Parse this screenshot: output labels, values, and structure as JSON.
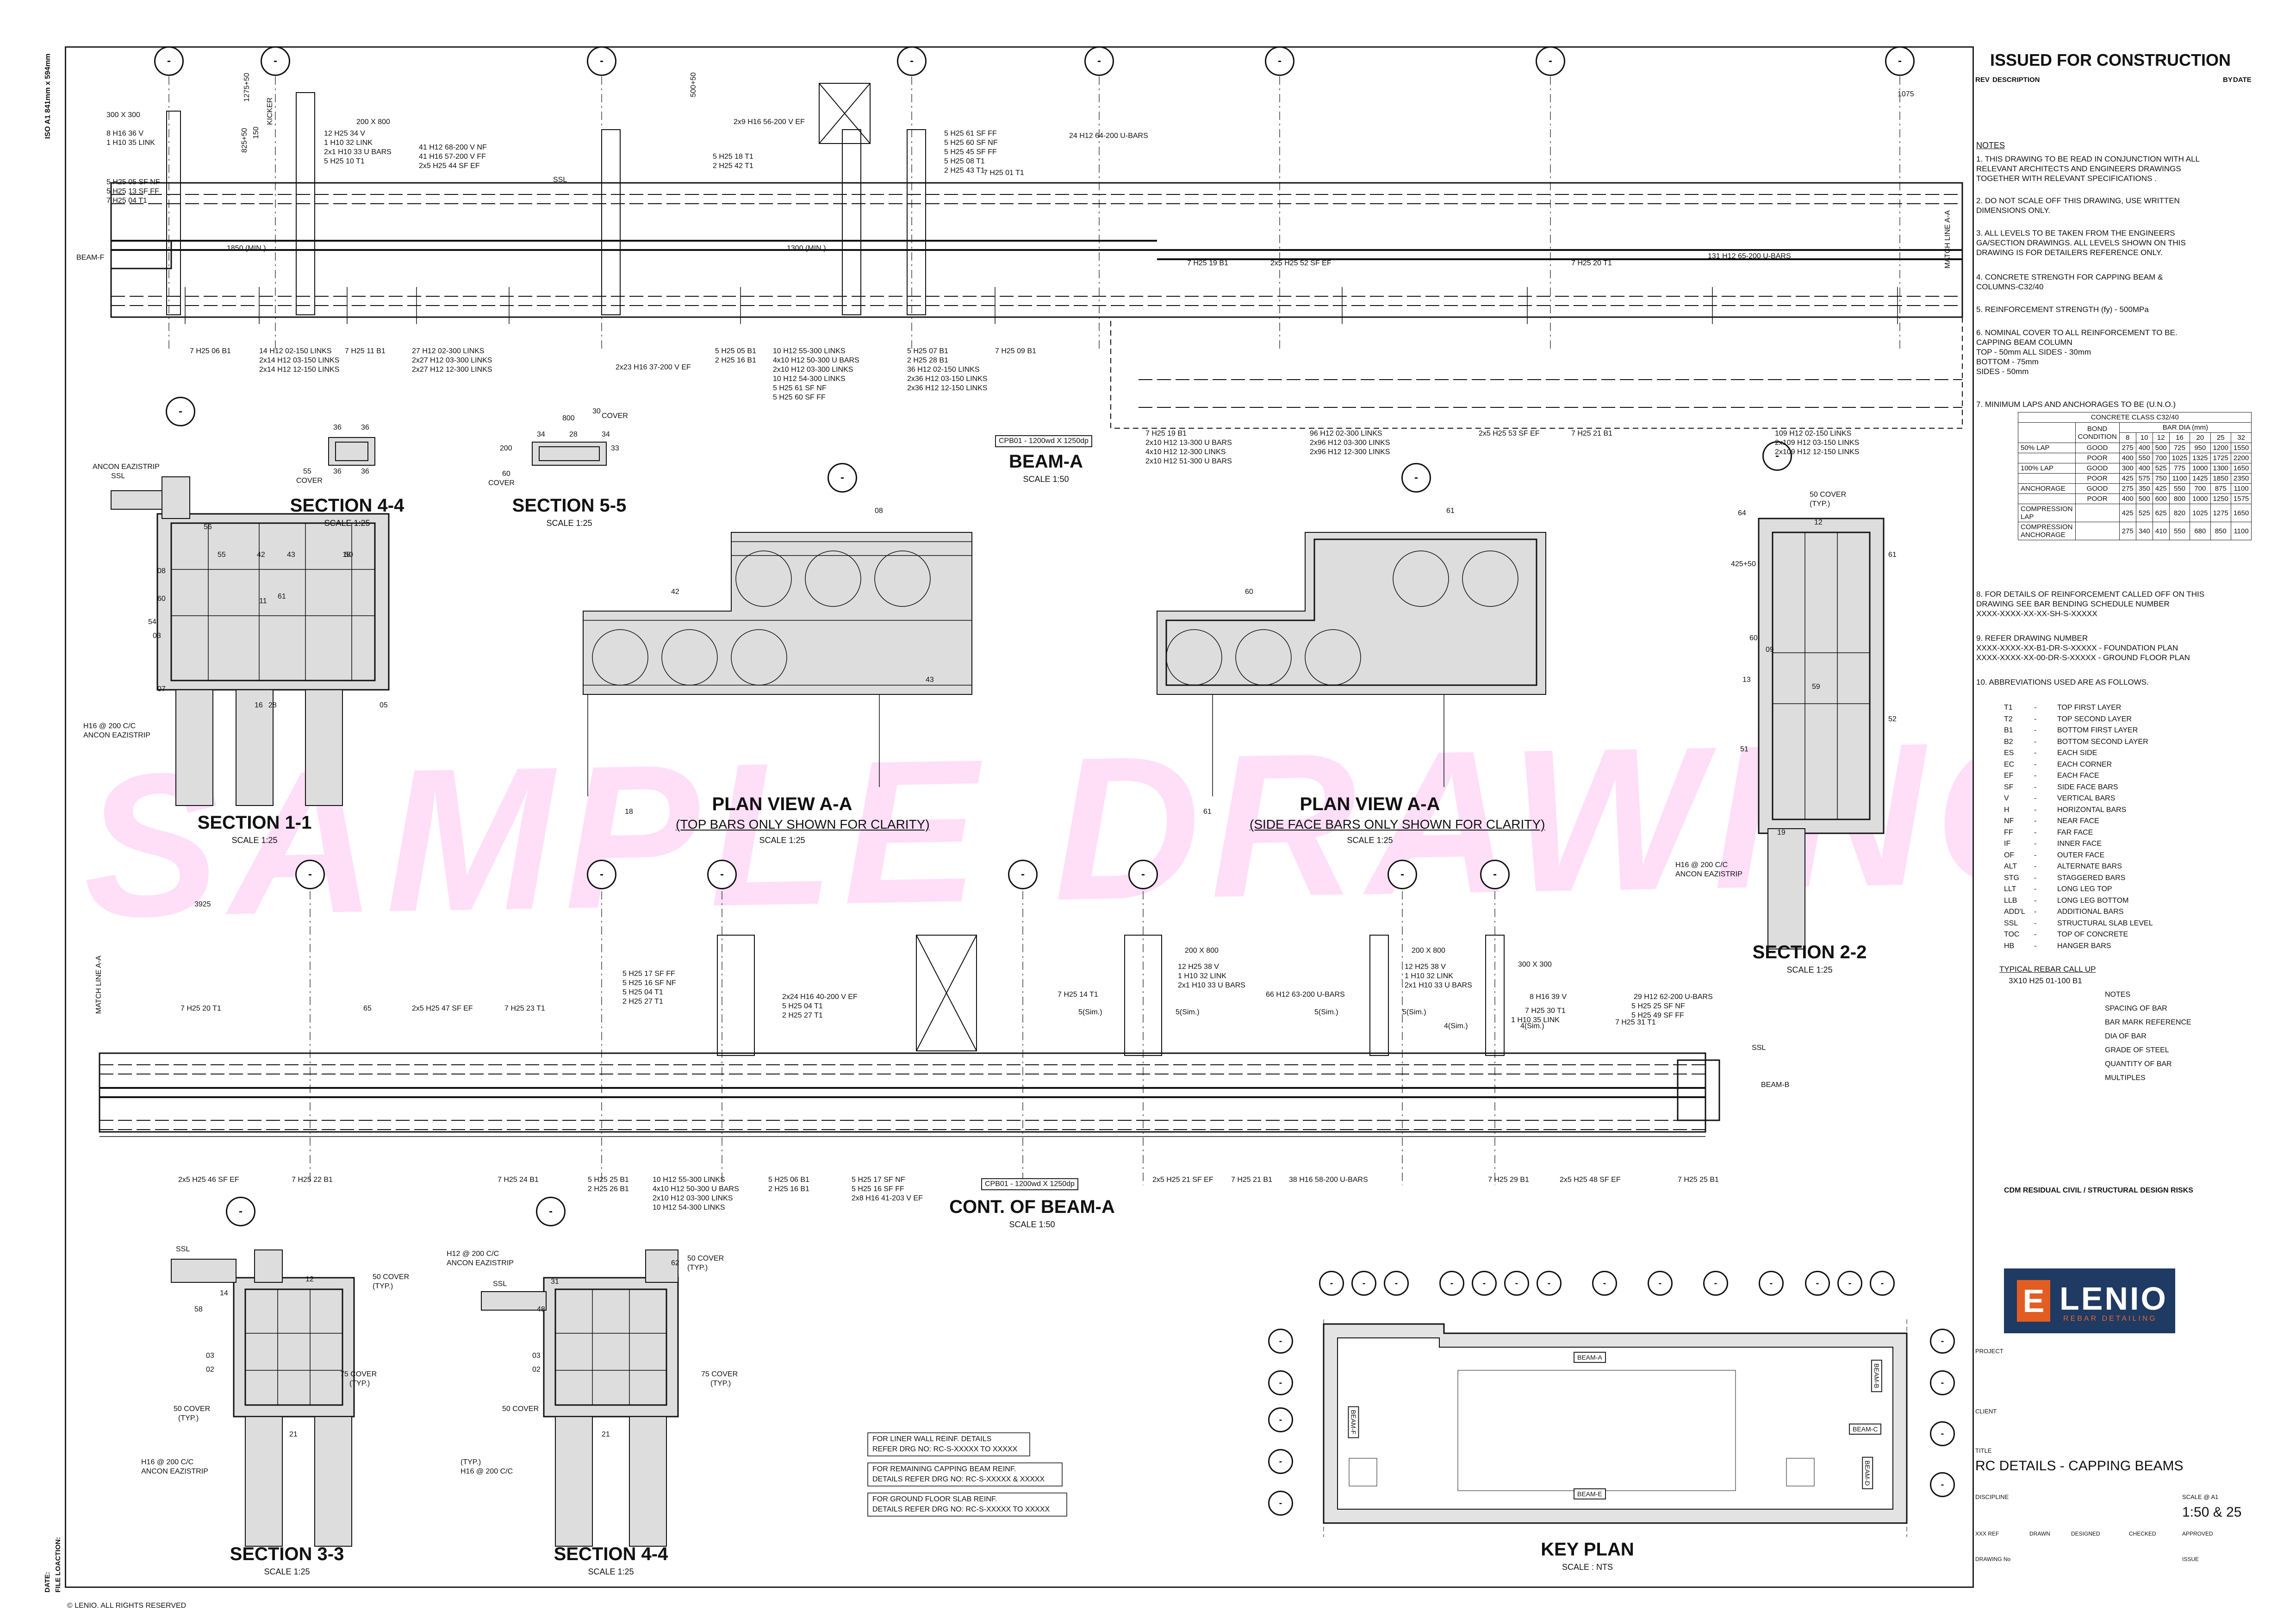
{
  "sheet": {
    "paper_note": "ISO A1 841mm x 594mm",
    "copyright": "© LENIO. ALL RIGHTS RESERVED",
    "date_label": "DATE:",
    "file_location_label": "FILE LOACTION:",
    "watermark": "SAMPLE DRAWING"
  },
  "title_block": {
    "status": "ISSUED FOR CONSTRUCTION",
    "rev_headers": [
      "REV",
      "DESCRIPTION",
      "BY",
      "DATE"
    ],
    "notes_heading": "NOTES",
    "notes": [
      "1.  THIS DRAWING TO BE READ IN CONJUNCTION WITH ALL",
      "     RELEVANT ARCHITECTS AND ENGINEERS DRAWINGS",
      "     TOGETHER WITH RELEVANT SPECIFICATIONS .",
      "2.  DO NOT SCALE OFF THIS DRAWING, USE WRITTEN",
      "     DIMENSIONS ONLY.",
      "3.  ALL LEVELS TO BE TAKEN FROM THE ENGINEERS",
      "     GA/SECTION DRAWINGS. ALL LEVELS SHOWN ON THIS",
      "     DRAWING IS FOR DETAILERS REFERENCE ONLY.",
      "4.  CONCRETE STRENGTH FOR CAPPING BEAM &",
      "     COLUMNS-C32/40",
      "5.  REINFORCEMENT STRENGTH (fy) - 500MPa",
      "6.  NOMINAL COVER TO ALL REINFORCEMENT TO BE.",
      "     CAPPING BEAM          COLUMN",
      "     TOP       - 50mm        ALL SIDES - 30mm",
      "     BOTTOM - 75mm",
      "     SIDES     - 50mm",
      "7.  MINIMUM LAPS AND ANCHORAGES TO BE (U.N.O.)"
    ],
    "bond_table": {
      "caption": "CONCRETE CLASS C32/40",
      "bar_dia_header": "BAR DIA (mm)",
      "bond_header": "BOND CONDITION",
      "dias": [
        "8",
        "10",
        "12",
        "16",
        "20",
        "25",
        "32"
      ],
      "rows": [
        {
          "group": "50% LAP",
          "cond": "GOOD",
          "vals": [
            "275",
            "400",
            "500",
            "725",
            "950",
            "1200",
            "1550"
          ]
        },
        {
          "group": "",
          "cond": "POOR",
          "vals": [
            "400",
            "550",
            "700",
            "1025",
            "1325",
            "1725",
            "2200"
          ]
        },
        {
          "group": "100% LAP",
          "cond": "GOOD",
          "vals": [
            "300",
            "400",
            "525",
            "775",
            "1000",
            "1300",
            "1650"
          ]
        },
        {
          "group": "",
          "cond": "POOR",
          "vals": [
            "425",
            "575",
            "750",
            "1100",
            "1425",
            "1850",
            "2350"
          ]
        },
        {
          "group": "ANCHORAGE",
          "cond": "GOOD",
          "vals": [
            "275",
            "350",
            "425",
            "550",
            "700",
            "875",
            "1100"
          ]
        },
        {
          "group": "",
          "cond": "POOR",
          "vals": [
            "400",
            "500",
            "600",
            "800",
            "1000",
            "1250",
            "1575"
          ]
        },
        {
          "group": "COMPRESSION LAP",
          "cond": "",
          "vals": [
            "425",
            "525",
            "625",
            "820",
            "1025",
            "1275",
            "1650"
          ]
        },
        {
          "group": "COMPRESSION ANCHORAGE",
          "cond": "",
          "vals": [
            "275",
            "340",
            "410",
            "550",
            "680",
            "850",
            "1100"
          ]
        }
      ]
    },
    "notes2": [
      "8.  FOR DETAILS OF REINFORCEMENT CALLED OFF ON THIS",
      "     DRAWING SEE BAR BENDING SCHEDULE NUMBER",
      "     XXXX-XXXX-XX-XX-SH-S-XXXXX",
      "9.  REFER DRAWING NUMBER",
      "     XXXX-XXXX-XX-B1-DR-S-XXXXX - FOUNDATION PLAN",
      "     XXXX-XXXX-XX-00-DR-S-XXXXX - GROUND FLOOR PLAN",
      "10. ABBREVIATIONS USED ARE AS FOLLOWS."
    ],
    "abbreviations": [
      [
        "T1",
        "TOP FIRST LAYER"
      ],
      [
        "T2",
        "TOP SECOND LAYER"
      ],
      [
        "B1",
        "BOTTOM FIRST LAYER"
      ],
      [
        "B2",
        "BOTTOM SECOND LAYER"
      ],
      [
        "ES",
        "EACH SIDE"
      ],
      [
        "EC",
        "EACH CORNER"
      ],
      [
        "EF",
        "EACH FACE"
      ],
      [
        "SF",
        "SIDE FACE BARS"
      ],
      [
        "V",
        "VERTICAL BARS"
      ],
      [
        "H",
        "HORIZONTAL BARS"
      ],
      [
        "NF",
        "NEAR FACE"
      ],
      [
        "FF",
        "FAR FACE"
      ],
      [
        "IF",
        "INNER FACE"
      ],
      [
        "OF",
        "OUTER FACE"
      ],
      [
        "ALT",
        "ALTERNATE BARS"
      ],
      [
        "STG",
        "STAGGERED BARS"
      ],
      [
        "LLT",
        "LONG LEG  TOP"
      ],
      [
        "LLB",
        "LONG LEG  BOTTOM"
      ],
      [
        "ADD'L",
        "ADDITIONAL BARS"
      ],
      [
        "SSL",
        "STRUCTURAL SLAB LEVEL"
      ],
      [
        "TOC",
        "TOP OF CONCRETE"
      ],
      [
        "HB",
        "HANGER BARS"
      ]
    ],
    "callup_heading": "TYPICAL REBAR CALL UP",
    "callup_example": "3X10 H25 01-100 B1",
    "callup_parts": [
      "NOTES",
      "SPACING OF BAR",
      "BAR MARK REFERENCE",
      "DIA OF BAR",
      "GRADE OF STEEL",
      "QUANTITY OF BAR",
      "MULTIPLES"
    ],
    "cdm": "CDM RESIDUAL CIVIL / STRUCTURAL DESIGN RISKS",
    "logo_name": "LENIO",
    "logo_tag": "REBAR DETAILING",
    "logo_mark": "E",
    "project_label": "PROJECT",
    "client_label": "CLIENT",
    "title_label": "TITLE",
    "drawing_title": "RC DETAILS - CAPPING BEAMS",
    "scale_label": "SCALE @ A1",
    "scale_value": "1:50 & 25",
    "discipline_label": "DISCIPLINE",
    "row_labels": [
      "XXX REF",
      "DRAWN",
      "DESIGNED",
      "CHECKED",
      "APPROVED"
    ],
    "drawing_no_label": "DRAWING No",
    "issue_label": "ISSUE"
  },
  "views": {
    "beam_a": {
      "title": "BEAM-A",
      "scale": "SCALE 1:50",
      "tag": "CPB01 - 1200wd X 1250dp"
    },
    "cont_beam_a": {
      "title": "CONT. OF BEAM-A",
      "scale": "SCALE 1:50",
      "tag": "CPB01 - 1200wd X 1250dp"
    },
    "section_1_1": {
      "title": "SECTION 1-1",
      "scale": "SCALE 1:25"
    },
    "section_4_4_top": {
      "title": "SECTION 4-4",
      "scale": "SCALE 1:25"
    },
    "section_5_5": {
      "title": "SECTION 5-5",
      "scale": "SCALE 1:25"
    },
    "plan_aa_1": {
      "title": "PLAN VIEW A-A",
      "sub": "(TOP BARS ONLY SHOWN FOR CLARITY)",
      "scale": "SCALE 1:25"
    },
    "plan_aa_2": {
      "title": "PLAN VIEW A-A",
      "sub": "(SIDE FACE BARS ONLY SHOWN FOR CLARITY)",
      "scale": "SCALE 1:25"
    },
    "section_2_2": {
      "title": "SECTION 2-2",
      "scale": "SCALE 1:25"
    },
    "section_3_3": {
      "title": "SECTION 3-3",
      "scale": "SCALE 1:25"
    },
    "section_4_4_bot": {
      "title": "SECTION 4-4",
      "scale": "SCALE 1:25"
    },
    "key_plan": {
      "title": "KEY PLAN",
      "scale": "SCALE : NTS"
    }
  },
  "gridlines": {
    "symbol": "-"
  },
  "beam_a_labels": {
    "top": [
      "300 X 300",
      "8 H16 36 V",
      "1 H10 35 LINK",
      "5 H25 05 SF NF",
      "5 H25 13 SF FF",
      "7 H25 04 T1",
      "12 H25 34 V",
      "1 H10 32 LINK",
      "2x1 H10 33 U BARS",
      "5 H25 10 T1",
      "200 X 800",
      "41 H12 68-200 V NF",
      "41 H16 57-200 V FF",
      "2x5 H25 44 SF EF",
      "SSL",
      "2x9 H16 56-200 V EF",
      "5 H25 18 T1",
      "2 H25 42 T1",
      "5 H25 61 SF FF",
      "5 H25 60 SF NF",
      "5 H25 45 SF FF",
      "5 H25 08 T1",
      "2 H25 43 T1",
      "7 H25 01 T1",
      "24 H12 64-200 U-BARS",
      "7 H25 19 B1",
      "2x5 H25 52 SF EF",
      "7 H25 20 T1",
      "131 H12 65-200 U-BARS",
      "1075",
      "MATCH LINE A-A",
      "BEAM-F",
      "1850 (MIN.)",
      "1300 (MIN.)",
      "KICKER",
      "1275+50",
      "825+50",
      "150",
      "500+50"
    ],
    "bottom": [
      "7 H25 06 B1",
      "14 H12 02-150 LINKS",
      "2x14 H12 03-150 LINKS",
      "2x14 H12 12-150 LINKS",
      "7 H25 11 B1",
      "27 H12 02-300 LINKS",
      "2x27 H12 03-300 LINKS",
      "2x27 H12 12-300 LINKS",
      "2x23 H16 37-200 V EF",
      "5 H25 05 B1",
      "2 H25 16 B1",
      "10 H12 55-300 LINKS",
      "4x10 H12 50-300 U BARS",
      "2x10 H12 03-300 LINKS",
      "10 H12 54-300 LINKS",
      "5 H25 61 SF NF",
      "5 H25 60 SF FF",
      "5 H25 07 B1",
      "2 H25 28 B1",
      "36 H12 02-150 LINKS",
      "2x36 H12 03-150 LINKS",
      "2x36 H12 12-150 LINKS",
      "7 H25 09 B1",
      "7 H25 19 B1",
      "2x10 H12 13-300 U BARS",
      "4x10 H12 12-300 LINKS",
      "2x10 H12 51-300 U BARS",
      "96 H12 02-300 LINKS",
      "2x96 H12 03-300 LINKS",
      "2x96 H12 12-300 LINKS",
      "2x5 H25 53 SF EF",
      "7 H25 21 B1",
      "109 H12 02-150 LINKS",
      "2x109 H12 03-150 LINKS",
      "2x109 H12 12-150 LINKS"
    ]
  },
  "cont_beam_labels": {
    "top": [
      "3925",
      "MATCH LINE A-A",
      "7 H25 20 T1",
      "65",
      "2x5 H25 47 SF EF",
      "7 H25 23 T1",
      "5 H25 17 SF FF",
      "5 H25 16 SF NF",
      "5 H25 04 T1",
      "2 H25 27 T1",
      "2x24 H16 40-200 V EF",
      "5 H25 04 T1",
      "2 H25 27 T1",
      "7 H25 14 T1",
      "200 X 800",
      "12 H25 38 V",
      "1 H10 32 LINK",
      "2x1 H10 33 U BARS",
      "66 H12 63-200 U-BARS",
      "200 X 800",
      "12 H25 38 V",
      "1 H10 32 LINK",
      "2x1 H10 33 U BARS",
      "300 X 300",
      "8 H16 39 V",
      "7 H25 30 T1",
      "1 H10 35 LINK",
      "29 H12 62-200 U-BARS",
      "5 H25 25 SF NF",
      "5 H25 49 SF FF",
      "7 H25 31 T1",
      "SSL",
      "BEAM-B",
      "5(Sim.)",
      "5(Sim.)",
      "5(Sim.)",
      "5(Sim.)",
      "4(Sim.)",
      "4(Sim.)"
    ],
    "bottom": [
      "2x5 H25 46 SF EF",
      "7 H25 22 B1",
      "7 H25 24 B1",
      "5 H25 25 B1",
      "2 H25 26 B1",
      "10 H12 55-300 LINKS",
      "4x10 H12 50-300 U BARS",
      "2x10 H12 03-300 LINKS",
      "10 H12 54-300 LINKS",
      "5 H25 06 B1",
      "2 H25 16 B1",
      "5 H25 17 SF NF",
      "5 H25 16 SF FF",
      "2x8 H16 41-203 V EF",
      "2x5 H25 21 SF EF",
      "7 H25 21 B1",
      "38 H16 58-200 U-BARS",
      "7 H25 29 B1",
      "2x5 H25 48 SF EF",
      "7 H25 25 B1"
    ]
  },
  "section_labels": {
    "s1": [
      "SSL",
      "H16 @ 200 C/C",
      "ANCON EAZISTRIP",
      "56",
      "55",
      "08",
      "42",
      "43",
      "18",
      "50",
      "60",
      "54",
      "03",
      "61",
      "07",
      "16",
      "28",
      "05",
      "11"
    ],
    "s44top": [
      "36",
      "36",
      "55",
      "COVER",
      "36",
      "36"
    ],
    "s55": [
      "30",
      "COVER",
      "800",
      "34",
      "28",
      "34",
      "33",
      "60",
      "COVER",
      "200"
    ],
    "s22": [
      "50 COVER",
      "(TYP.)",
      "64",
      "12",
      "61",
      "425+50",
      "60",
      "09",
      "13",
      "59",
      "51",
      "52",
      "19",
      "H16 @ 200 C/C",
      "ANCON EAZISTRIP"
    ],
    "s33": [
      "SSL",
      "12",
      "50 COVER",
      "(TYP.)",
      "14",
      "58",
      "03",
      "02",
      "21",
      "50 COVER",
      "(TYP.)",
      "75 COVER",
      "(TYP.)",
      "H16 @ 200 C/C",
      "ANCON EAZISTRIP"
    ],
    "s44bot": [
      "H12 @ 200 C/C",
      "ANCON EAZISTRIP",
      "SSL",
      "31",
      "48",
      "03",
      "02",
      "21",
      "62",
      "50 COVER",
      "(TYP.)",
      "75 COVER",
      "(TYP.)",
      "50 COVER",
      "(TYP.)",
      "H16 @ 200 C/C",
      "ANCON EAZISTRIP"
    ],
    "plan1": [
      "08",
      "42",
      "43",
      "18"
    ],
    "plan2": [
      "61",
      "60",
      "61"
    ]
  },
  "ref_notes": [
    [
      "FOR LINER WALL REINF. DETAILS",
      "REFER DRG NO: RC-S-XXXXX TO XXXXX"
    ],
    [
      "FOR REMAINING CAPPING BEAM REINF.",
      "DETAILS REFER DRG NO: RC-S-XXXXX & XXXXX"
    ],
    [
      "FOR GROUND FLOOR SLAB REINF.",
      "DETAILS REFER DRG NO: RC-S-XXXXX TO XXXXX"
    ]
  ],
  "key_plan_labels": [
    "BEAM-A",
    "BEAM-B",
    "BEAM-C",
    "BEAM-D",
    "BEAM-E",
    "BEAM-F"
  ]
}
